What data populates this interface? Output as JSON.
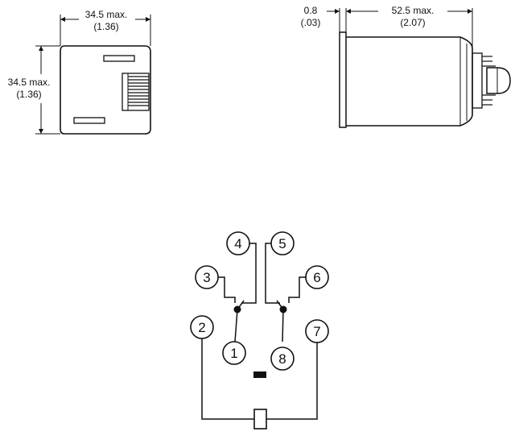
{
  "dimensions": {
    "front_width": {
      "value": "34.5 max.",
      "inch": "(1.36)"
    },
    "front_height": {
      "value": "34.5 max.",
      "inch": "(1.36)"
    },
    "side_flange": {
      "value": "0.8",
      "inch": "(.03)"
    },
    "side_length": {
      "value": "52.5 max.",
      "inch": "(2.07)"
    }
  },
  "terminals": {
    "t1": "1",
    "t2": "2",
    "t3": "3",
    "t4": "4",
    "t5": "5",
    "t6": "6",
    "t7": "7",
    "t8": "8"
  },
  "colors": {
    "ink": "#111111",
    "background": "#ffffff"
  }
}
